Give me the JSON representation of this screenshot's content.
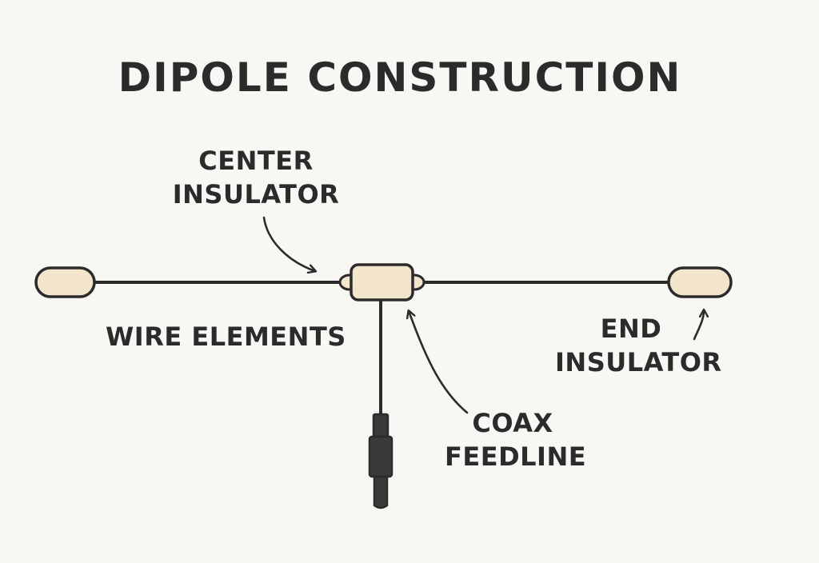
{
  "title": "DIPOLE CONSTRUCTION",
  "labels": {
    "center_insulator": [
      "CENTER",
      "INSULATOR"
    ],
    "wire_elements": "WIRE ELEMENTS",
    "end_insulator": [
      "END",
      "INSULATOR"
    ],
    "coax_feedline": [
      "COAX",
      "FEEDLINE"
    ]
  },
  "colors": {
    "background": "#f8f7f4",
    "stroke": "#2b2b2b",
    "insulator_fill": "#f3e5cc",
    "connector_fill": "#3a3a3a"
  }
}
